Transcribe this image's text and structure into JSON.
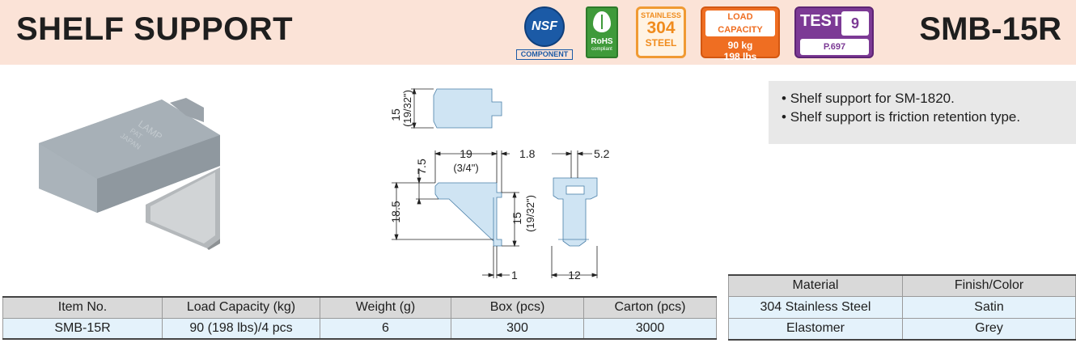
{
  "header": {
    "title": "SHELF SUPPORT",
    "model": "SMB-15R",
    "badges": {
      "nsf": {
        "logo": "NSF",
        "label": "COMPONENT"
      },
      "rohs": {
        "label": "RoHS",
        "sub": "compliant"
      },
      "steel": {
        "line1": "STAINLESS",
        "line2": "304",
        "line3": "STEEL"
      },
      "load": {
        "title": "LOAD CAPACITY",
        "kg": "90 kg",
        "lbs": "198 lbs"
      },
      "test": {
        "label": "TEST",
        "number": "9",
        "page": "P.697"
      }
    }
  },
  "drawing": {
    "dims": {
      "top_height": "15",
      "top_height_in": "(19/32\")",
      "width": "19",
      "width_in": "(3/4\")",
      "tab": "1.8",
      "depth": "5.2",
      "head": "7.5",
      "total_height": "18.5",
      "side_height": "15",
      "side_height_in": "(19/32\")",
      "thickness": "1",
      "side_width": "12"
    },
    "stamp": [
      "LAMP",
      "PAT",
      "JAPAN"
    ]
  },
  "description": {
    "items": [
      "Shelf support for SM-1820.",
      "Shelf support is friction retention type."
    ]
  },
  "spec_table": {
    "headers": [
      "Item No.",
      "Load Capacity (kg)",
      "Weight (g)",
      "Box (pcs)",
      "Carton (pcs)"
    ],
    "rows": [
      [
        "SMB-15R",
        "90 (198 lbs)/4 pcs",
        "6",
        "300",
        "3000"
      ]
    ]
  },
  "material_table": {
    "headers": [
      "Material",
      "Finish/Color"
    ],
    "rows": [
      [
        "304 Stainless Steel",
        "Satin"
      ],
      [
        "Elastomer",
        "Grey"
      ]
    ]
  },
  "colors": {
    "header_bg": "#fbe3d7",
    "part_blue": "#cfe4f3",
    "table_header": "#d9d9d9",
    "table_row": "#e4f2fb"
  }
}
